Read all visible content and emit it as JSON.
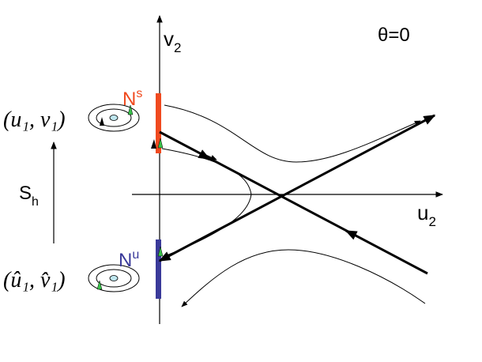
{
  "labels": {
    "theta": "θ=0",
    "v_axis": "v",
    "v_axis_sub": "2",
    "u_axis": "u",
    "u_axis_sub": "2",
    "n_stable": "N",
    "n_stable_sup": "s",
    "n_unstable": "N",
    "n_unstable_sup": "u",
    "s_h": "S",
    "s_h_sub": "h",
    "point_top": "(u₁, v₁)",
    "point_bottom": "(û₁, v̂₁)"
  },
  "colors": {
    "n_stable": "#f04a1f",
    "n_unstable": "#3a3a9a",
    "marker_green": "#38c24a",
    "marker_black": "#000000",
    "center_dot": "#bfe6ee",
    "lines": "#000000"
  }
}
